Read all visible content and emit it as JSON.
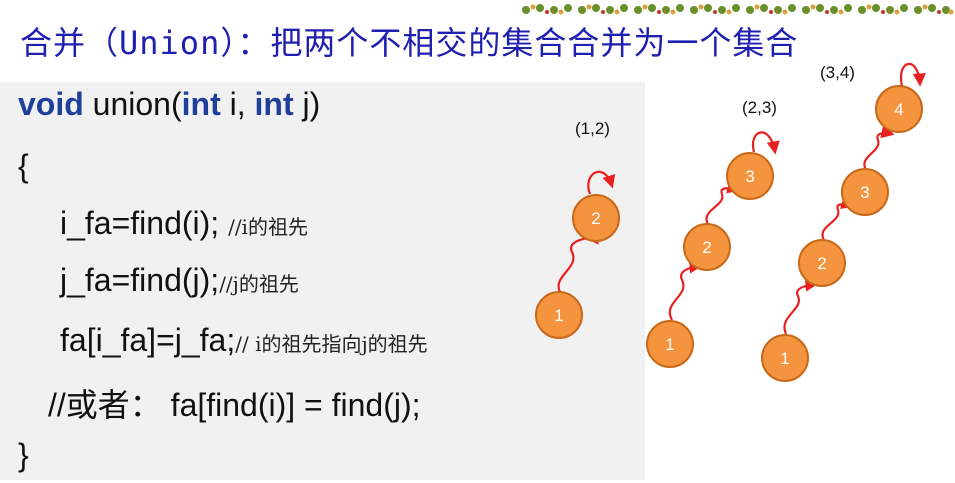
{
  "title": "合并（Union）：把两个不相交的集合合并为一个集合",
  "code": {
    "signature": {
      "kw1": "void",
      "name": " union(",
      "kw2": "int",
      "p1": " i, ",
      "kw3": "int",
      "p2": " j)"
    },
    "open_brace": "{",
    "line1": {
      "code": "i_fa=find(i); ",
      "comment": "//i的祖先"
    },
    "line2": {
      "code": "j_fa=find(j);",
      "comment": "//j的祖先"
    },
    "line3": {
      "code": "fa[i_fa]=j_fa;",
      "comment": "// i的祖先指向j的祖先"
    },
    "line4": "//或者：  fa[find(i)] = find(j);",
    "close_brace": "}"
  },
  "diagram": {
    "colors": {
      "node_fill": "#f5943f",
      "node_stroke": "#c8691a",
      "edge": "#e8201f"
    },
    "trees": [
      {
        "label": "(1,2)",
        "nodes": [
          "1",
          "2"
        ]
      },
      {
        "label": "(2,3)",
        "nodes": [
          "1",
          "2",
          "3"
        ]
      },
      {
        "label": "(3,4)",
        "nodes": [
          "1",
          "2",
          "3",
          "4"
        ]
      }
    ]
  }
}
